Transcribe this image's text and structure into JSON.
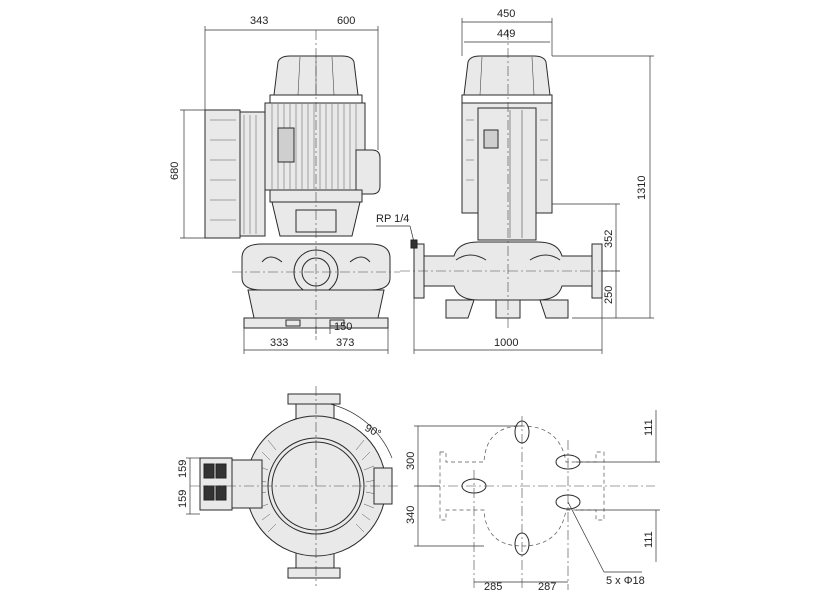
{
  "dimensions": {
    "side_width_left": "343",
    "side_width_right": "600",
    "motor_height": "680",
    "base_left": "333",
    "base_right": "373",
    "foot_slot": "150",
    "front_width_outer": "450",
    "front_width_inner": "449",
    "total_height": "1310",
    "vent_label": "RP 1/4",
    "motor_to_flange": "352",
    "flange_height": "250",
    "flange_to_flange": "1000",
    "top_offset_1": "159",
    "top_offset_2": "159",
    "angle": "90°",
    "plan_upper": "300",
    "plan_lower": "340",
    "plan_hole_top": "111",
    "plan_hole_bottom": "111",
    "plan_left": "285",
    "plan_right": "287",
    "holes_label": "5 x Φ18"
  }
}
